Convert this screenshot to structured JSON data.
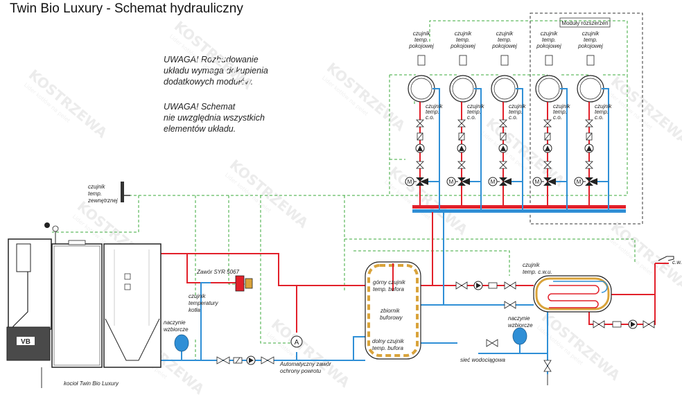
{
  "title": "Twin Bio Luxury - Schemat hydrauliczny",
  "notes": {
    "warning1": [
      "UWAGA! Rozbudowanie",
      "układu wymaga dokupienia",
      "dodatkowych modułów."
    ],
    "warning2": [
      "UWAGA! Schemat",
      "nie uwzględnia wszystkich",
      "elementów układu."
    ]
  },
  "watermark": {
    "brand": "KOSTRZEWA",
    "tagline": "Lider kotłów na pelet"
  },
  "module_box_label": "Moduły rozszerzeń",
  "room_sensor_label": [
    "czujnik",
    "temp.",
    "pokojowej"
  ],
  "co_sensor_label": [
    "czujnik",
    "temp.",
    "c.o."
  ],
  "pump_symbol": "M",
  "labels": {
    "outdoor_sensor": [
      "czujnik",
      "temp.",
      "zewnętrznej"
    ],
    "valve_syr": "Zawór SYR 5067",
    "boiler_temp_sensor": [
      "czujnik",
      "temperatury",
      "kotła"
    ],
    "expansion_vessel_boiler": [
      "naczynie",
      "wzbiorcze"
    ],
    "boiler_name": "kocioł Twin Bio Luxury",
    "return_valve": [
      "Automatyczny zawór",
      "ochrony powrotu"
    ],
    "return_valve_symbol": "A",
    "buffer_top_sensor": [
      "górny czujnik",
      "temp. bufora"
    ],
    "buffer_tank": [
      "zbiornik",
      "buforowy"
    ],
    "buffer_bottom_sensor": [
      "dolny czujnik",
      "temp. bufora"
    ],
    "water_network": "sieć wodociągowa",
    "expansion_vessel_dhw": [
      "naczynie",
      "wzbiorcze"
    ],
    "dhw_sensor": [
      "czujnik",
      "temp. c.w.u."
    ],
    "dhw_outlet": "c.w.",
    "boiler_badge": "VB"
  },
  "colors": {
    "supply": "#e2202a",
    "return": "#2f8fd6",
    "signal": "#3aa83a",
    "line": "#222222"
  },
  "heating_circuits": [
    {
      "id": 1,
      "in_module": false
    },
    {
      "id": 2,
      "in_module": false
    },
    {
      "id": 3,
      "in_module": false
    },
    {
      "id": 4,
      "in_module": true
    },
    {
      "id": 5,
      "in_module": true
    }
  ]
}
